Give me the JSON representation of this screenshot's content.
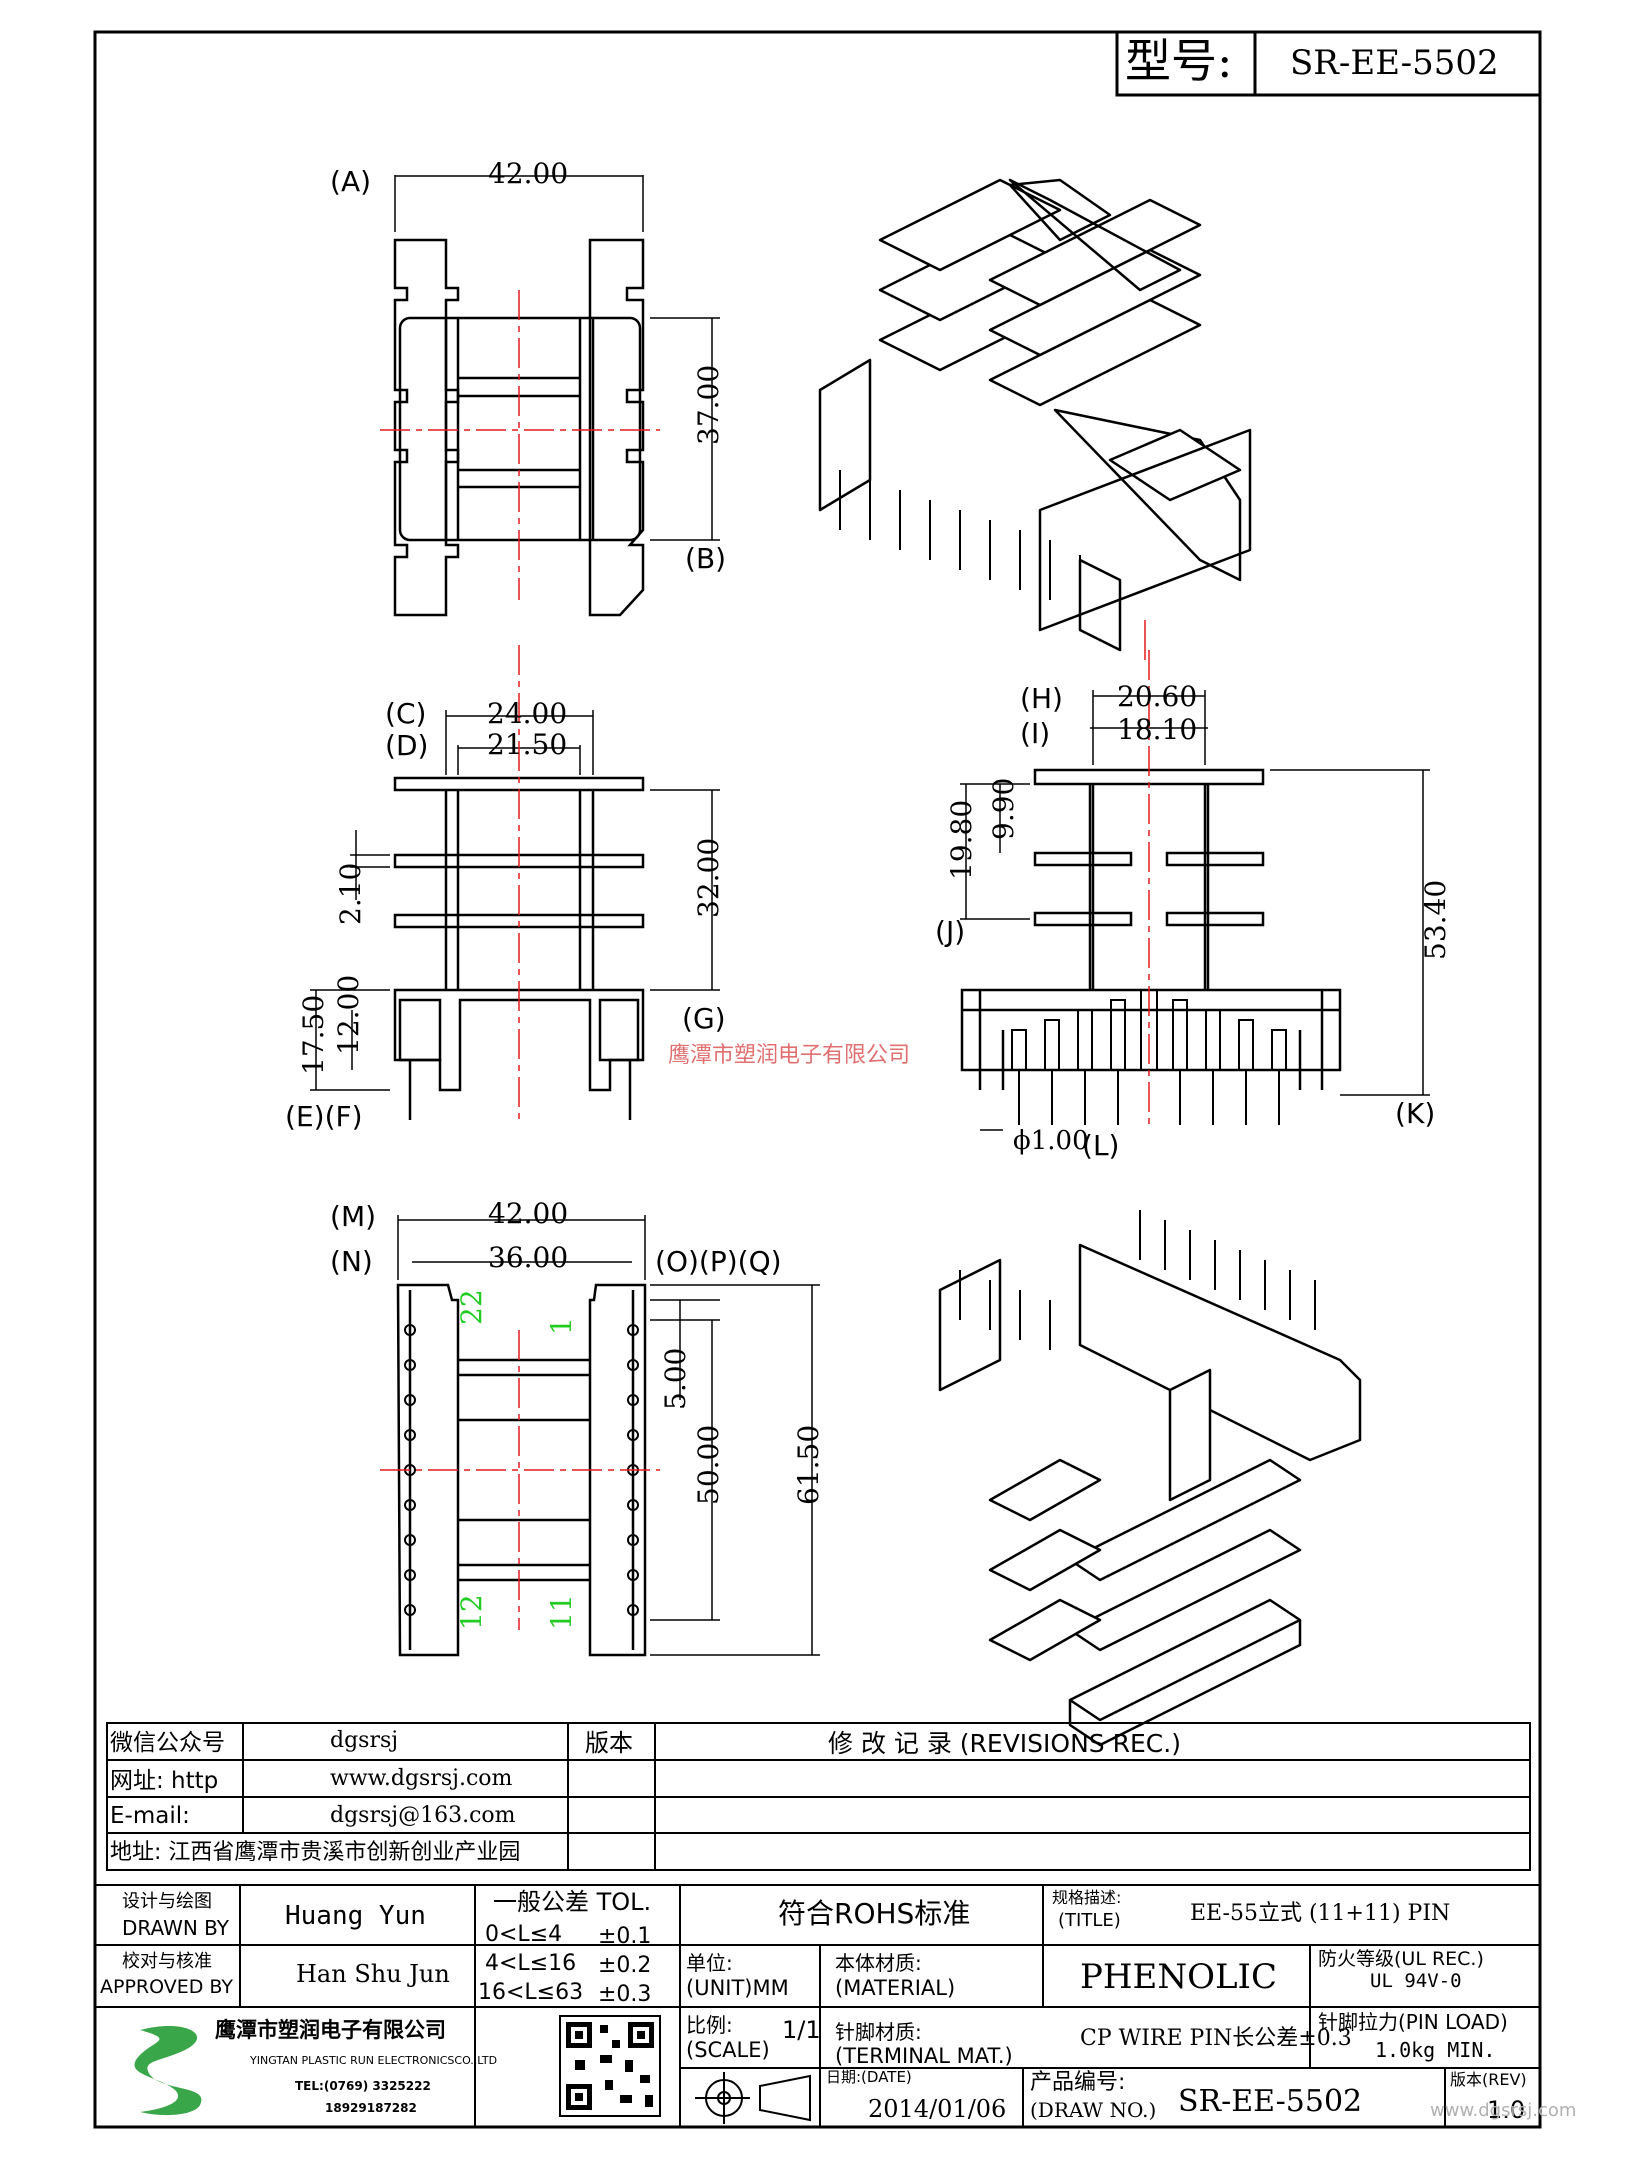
{
  "header": {
    "model_label": "型号:",
    "model_value": "SR-EE-5502"
  },
  "views": {
    "top": {
      "markers": {
        "A": "A",
        "B": "B"
      },
      "dims": {
        "width": "42.00",
        "height": "37.00"
      }
    },
    "front": {
      "markers": {
        "C": "C",
        "D": "D",
        "E": "E",
        "F": "F",
        "G": "G"
      },
      "dims": {
        "c": "24.00",
        "d": "21.50",
        "flange_gap": "2.10",
        "height": "32.00",
        "e": "17.50",
        "f": "12.00"
      }
    },
    "side": {
      "markers": {
        "H": "H",
        "I": "I",
        "J": "J",
        "K": "K",
        "L": "L"
      },
      "dims": {
        "h": "20.60",
        "i": "18.10",
        "j": "19.80",
        "j2": "9.90",
        "k": "53.40",
        "pin_dia": "ϕ1.00"
      }
    },
    "bottom": {
      "markers": {
        "M": "M",
        "N": "N",
        "O": "O",
        "P": "P",
        "Q": "Q"
      },
      "dims": {
        "m": "42.00",
        "n": "36.00",
        "pitch": "5.00",
        "span": "50.00",
        "overall": "61.50"
      },
      "pins": {
        "p22": "22",
        "p1": "1",
        "p12": "12",
        "p11": "11"
      }
    }
  },
  "watermark": "鹰潭市塑润电子有限公司",
  "info": {
    "wechat_label": "微信公众号",
    "wechat_value": "dgsrsj",
    "web_label": "网址: http",
    "web_value": "www.dgsrsj.com",
    "email_label": "E-mail:",
    "email_value": "dgsrsj@163.com",
    "address": "地址: 江西省鹰潭市贵溪市创新创业产业园",
    "version_label": "版本",
    "revisions_label": "修 改 记 录  (REVISIONS REC.)"
  },
  "title_block": {
    "drawn_cn": "设计与绘图",
    "drawn_en": "DRAWN BY",
    "drawn_name": "Huang Yun",
    "approved_cn": "校对与核准",
    "approved_en": "APPROVED BY",
    "approved_name": "Han Shu Jun",
    "tol_title": "一般公差 TOL.",
    "tol_rows": [
      {
        "range": "0<L≤4",
        "val": "±0.1"
      },
      {
        "range": "4<L≤16",
        "val": "±0.2"
      },
      {
        "range": "16<L≤63",
        "val": "±0.3"
      }
    ],
    "rohs": "符合ROHS标准",
    "title_cn": "规格描述:",
    "title_en": "(TITLE)",
    "title_value": "EE-55立式 (11+11) PIN",
    "unit_cn": "单位:",
    "unit_en": "(UNIT)MM",
    "material_cn": "本体材质:",
    "material_en": "(MATERIAL)",
    "material_value": "PHENOLIC",
    "fire_cn": "防火等级(UL REC.)",
    "fire_value": "UL 94V-0",
    "scale_cn": "比例:",
    "scale_en": "(SCALE)",
    "scale_value": "1/1",
    "terminal_cn": "针脚材质:",
    "terminal_en": "(TERMINAL MAT.)",
    "terminal_value": "CP WIRE  PIN长公差±0.3",
    "pinload_cn": "针脚拉力(PIN LOAD)",
    "pinload_value": "1.0kg MIN.",
    "date_label": "日期:(DATE)",
    "date_value": "2014/01/06",
    "drawno_cn": "产品编号:",
    "drawno_en": "(DRAW NO.)",
    "drawno_value": "SR-EE-5502",
    "rev_label": "版本(REV)",
    "rev_value": "1.0",
    "company_cn": "鹰潭市塑润电子有限公司",
    "company_en": "YINGTAN PLASTIC RUN ELECTRONICSCO.,LTD",
    "tel": "TEL:(0769) 3325222",
    "mobile": "18929187282",
    "site_watermark": "www.dgsrsj.com"
  },
  "colors": {
    "line": "#000000",
    "center": "#e31b1b",
    "pin_label": "#22cc22",
    "watermark": "#e07070"
  }
}
